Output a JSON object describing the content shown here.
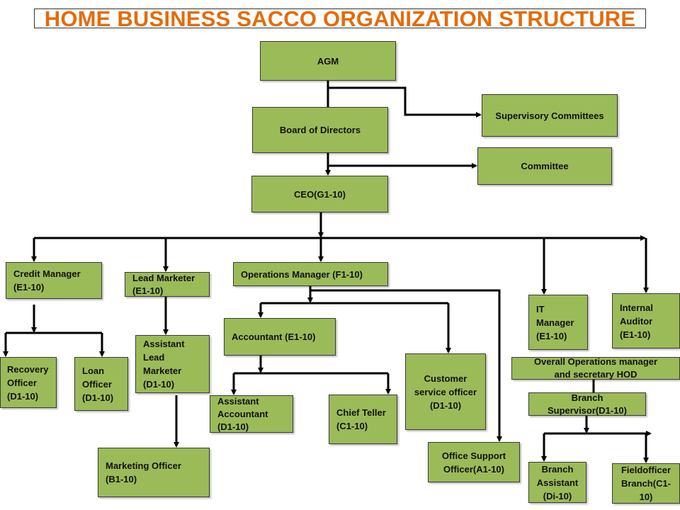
{
  "title": "HOME BUSINESS SACCO ORGANIZATION STRUCTURE",
  "colors": {
    "box_fill": "#9bbb59",
    "title": "#e36c09",
    "line": "#000000"
  },
  "nodes": {
    "agm": "AGM",
    "board": "Board of Directors",
    "supervisory": "Supervisory Committees",
    "committee": "Committee",
    "ceo": "CEO(G1-10)",
    "credit_manager": "Credit Manager\n(E1-10)",
    "lead_marketer": "Lead Marketer\n(E1-10)",
    "operations_manager": "Operations Manager (F1-10)",
    "it_manager": "IT\nManager\n(E1-10)",
    "internal_auditor": "Internal\nAuditor\n(E1-10)",
    "recovery_officer": "Recovery\nOfficer\n(D1-10)",
    "loan_officer": "Loan\nOfficer\n(D1-10)",
    "assistant_lead_marketer": "Assistant\nLead\nMarketer\n(D1-10)",
    "accountant": "Accountant (E1-10)",
    "assistant_accountant": "Assistant\nAccountant\n(D1-10)",
    "chief_teller": "Chief Teller\n(C1-10)",
    "customer_service": "Customer\nservice officer\n(D1-10)",
    "office_support": "Office Support\nOfficer(A1-10)",
    "overall_operations": "Overall Operations manager\nand secretary HOD",
    "branch_supervisor": "Branch\nSupervisor(D1-10)",
    "marketing_officer": "Marketing Officer\n(B1-10)",
    "branch_assistant": "Branch\nAssistant\n(Di-10)",
    "fieldofficer": "Fieldofficer\nBranch(C1-\n10)"
  }
}
